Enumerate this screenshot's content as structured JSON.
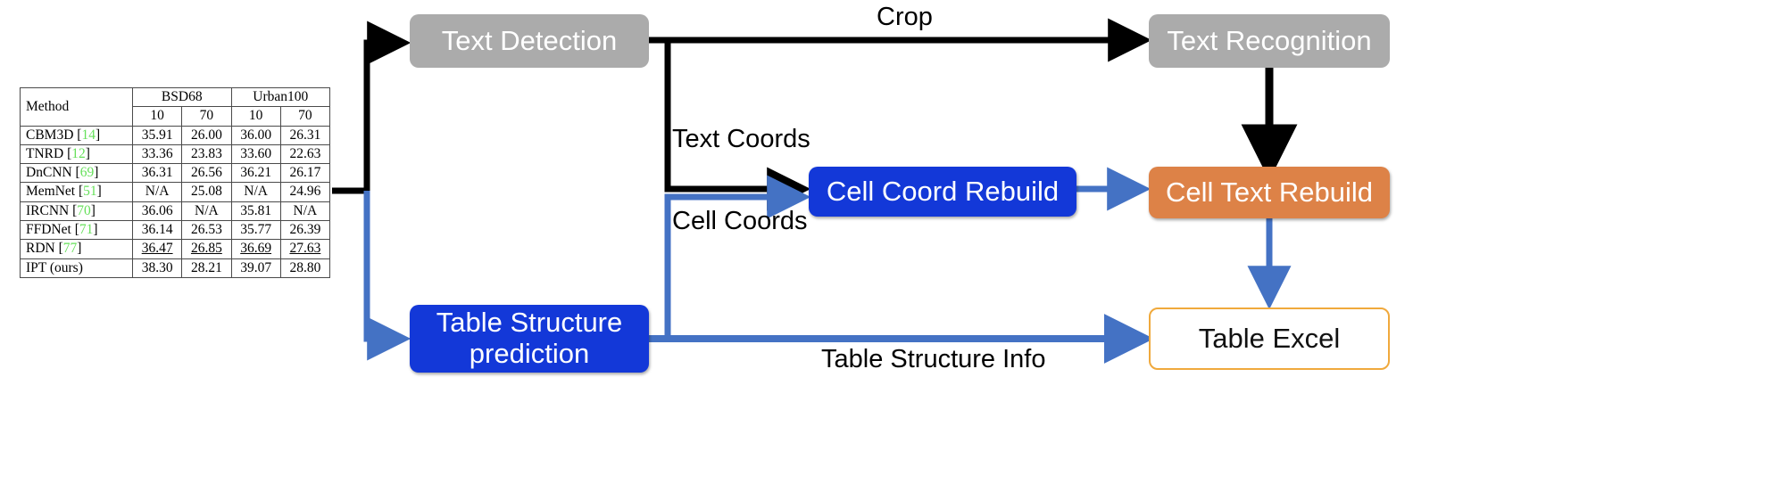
{
  "figure": {
    "title": "Table recognition pipeline flow diagram",
    "colors": {
      "gray_box": "#ababab",
      "blue_box": "#1338d8",
      "orange_box": "#dd8247",
      "outline_box_border": "#f0a93c",
      "black_arrow": "#000000",
      "blue_arrow": "#4472c4",
      "reference_green": "#66e05a"
    }
  },
  "nodes": {
    "text_detection": "Text Detection",
    "text_recognition": "Text Recognition",
    "cell_coord_rebuild": "Cell Coord Rebuild",
    "cell_text_rebuild": "Cell Text Rebuild",
    "table_structure_prediction_line1": "Table Structure",
    "table_structure_prediction_line2": "prediction",
    "table_excel": "Table Excel"
  },
  "edge_labels": {
    "crop": "Crop",
    "text_coords": "Text Coords",
    "cell_coords": "Cell Coords",
    "table_structure_info": "Table Structure Info"
  },
  "input_table": {
    "header": {
      "method": "Method",
      "groups": [
        "BSD68",
        "Urban100"
      ],
      "sublevels": [
        "10",
        "70",
        "10",
        "70"
      ]
    },
    "rows": [
      {
        "method": "CBM3D",
        "ref": "14",
        "values": [
          "35.91",
          "26.00",
          "36.00",
          "26.31"
        ],
        "style": "normal"
      },
      {
        "method": "TNRD",
        "ref": "12",
        "values": [
          "33.36",
          "23.83",
          "33.60",
          "22.63"
        ],
        "style": "normal"
      },
      {
        "method": "DnCNN",
        "ref": "69",
        "values": [
          "36.31",
          "26.56",
          "36.21",
          "26.17"
        ],
        "style": "normal"
      },
      {
        "method": "MemNet",
        "ref": "51",
        "values": [
          "N/A",
          "25.08",
          "N/A",
          "24.96"
        ],
        "style": "normal"
      },
      {
        "method": "IRCNN",
        "ref": "70",
        "values": [
          "36.06",
          "N/A",
          "35.81",
          "N/A"
        ],
        "style": "normal"
      },
      {
        "method": "FFDNet",
        "ref": "71",
        "values": [
          "36.14",
          "26.53",
          "35.77",
          "26.39"
        ],
        "style": "normal"
      },
      {
        "method": "RDN",
        "ref": "77",
        "values": [
          "36.47",
          "26.85",
          "36.69",
          "27.63"
        ],
        "style": "underline"
      },
      {
        "method": "IPT (ours)",
        "ref": "",
        "values": [
          "38.30",
          "28.21",
          "39.07",
          "28.80"
        ],
        "style": "bold"
      }
    ]
  }
}
